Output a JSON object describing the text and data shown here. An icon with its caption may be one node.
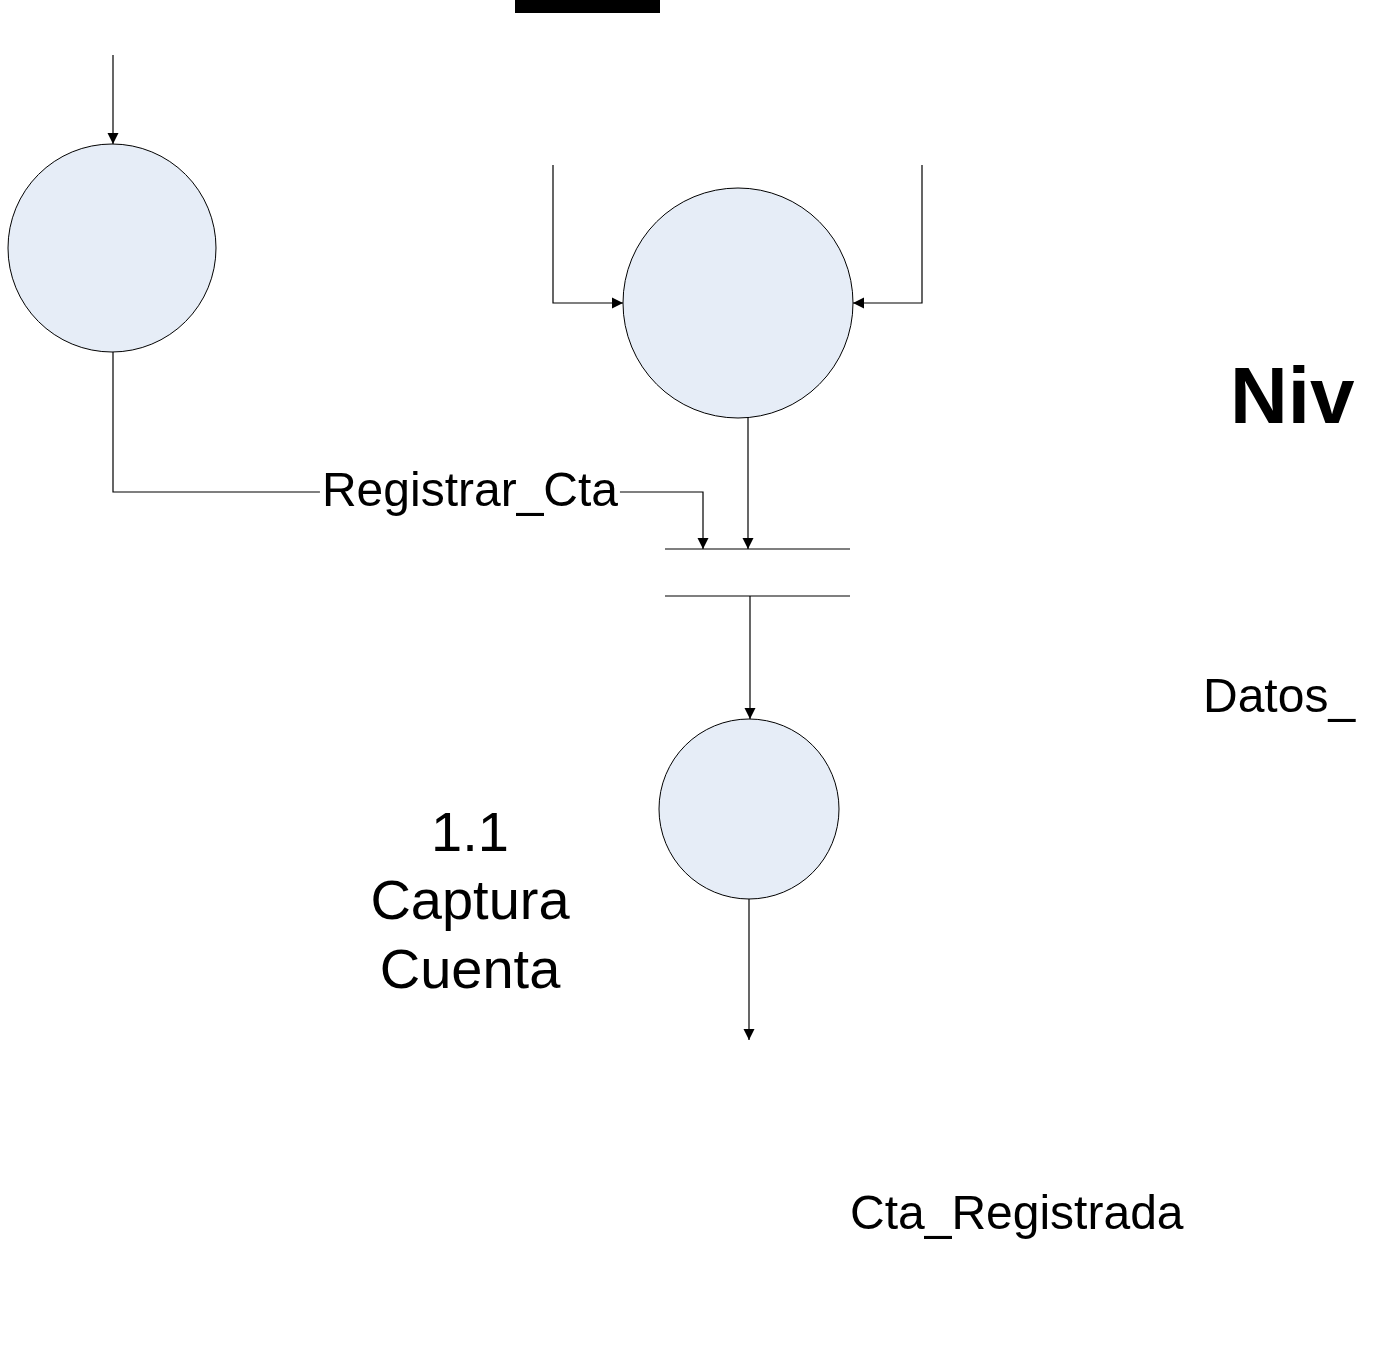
{
  "diagram": {
    "nodes": [
      {
        "text": [],
        "shape": "circle"
      },
      {
        "text": [],
        "shape": "circle"
      },
      {
        "text": [],
        "shape": "store"
      },
      {
        "text": [],
        "shape": "circle",
        "beside": [
          "1.1",
          "Captura Cuenta"
        ]
      }
    ],
    "edges": [
      {
        "from": null,
        "to": 0,
        "arrow": "to"
      },
      {
        "from": null,
        "to": 1,
        "arrow": "to"
      },
      {
        "from": null,
        "to": 1,
        "arrow": "to"
      },
      {
        "from": 0,
        "to": 2,
        "arrow": "to",
        "label": "Registrar_Cta"
      },
      {
        "from": 1,
        "to": 2,
        "arrow": "to"
      },
      {
        "from": 2,
        "to": 3,
        "arrow": "to"
      },
      {
        "from": 3,
        "to": null,
        "arrow": "to"
      }
    ],
    "labels": [
      "Niv",
      "Datos_",
      "Cta_Registrada"
    ]
  }
}
